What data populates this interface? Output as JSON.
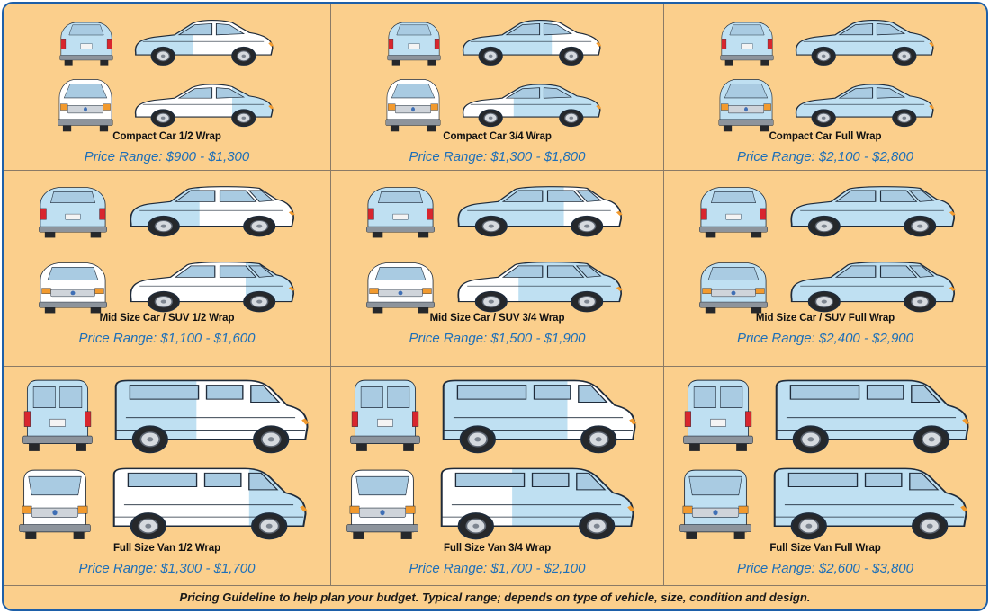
{
  "cells": [
    {
      "type": "compact",
      "level": 0.5,
      "label": "Compact Car 1/2 Wrap",
      "price": "Price Range: $900 - $1,300"
    },
    {
      "type": "compact",
      "level": 0.75,
      "label": "Compact Car 3/4 Wrap",
      "price": "Price Range: $1,300 - $1,800"
    },
    {
      "type": "compact",
      "level": 1,
      "label": "Compact Car Full Wrap",
      "price": "Price Range: $2,100 - $2,800"
    },
    {
      "type": "suv",
      "level": 0.5,
      "label": "Mid Size Car / SUV  1/2 Wrap",
      "price": "Price Range: $1,100 - $1,600"
    },
    {
      "type": "suv",
      "level": 0.75,
      "label": "Mid Size Car / SUV  3/4 Wrap",
      "price": "Price Range: $1,500 - $1,900"
    },
    {
      "type": "suv",
      "level": 1,
      "label": "Mid Size Car / SUV  Full Wrap",
      "price": "Price Range: $2,400 - $2,900"
    },
    {
      "type": "van",
      "level": 0.5,
      "label": "Full Size Van 1/2 Wrap",
      "price": "Price Range: $1,300 - $1,700"
    },
    {
      "type": "van",
      "level": 0.75,
      "label": "Full Size Van 3/4 Wrap",
      "price": "Price Range: $1,700 - $2,100"
    },
    {
      "type": "van",
      "level": 1,
      "label": "Full Size Van Full Wrap",
      "price": "Price Range: $2,600 - $3,800"
    }
  ],
  "footer": "Pricing Guideline to help plan your budget.  Typical range; depends on type of vehicle, size, condition and design.",
  "colors": {
    "background": "#fbcf8c",
    "border": "#1d5fa8",
    "wrap": "#bfe0f2",
    "price": "#1d6fb8"
  }
}
